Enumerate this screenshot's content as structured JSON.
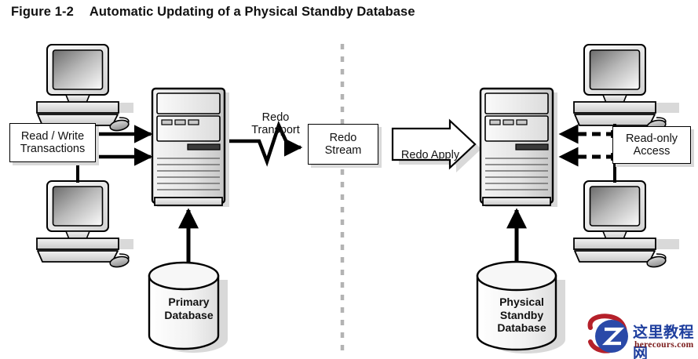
{
  "figure": {
    "number": "Figure 1-2",
    "title": "Automatic Updating of a Physical Standby Database"
  },
  "diagram": {
    "type": "architecture-flow",
    "divider": "vertical-dashed-separator",
    "left_side": {
      "name": "primary-site",
      "clients_label": "Read / Write\nTransactions",
      "server_name": "primary-server-tower",
      "database_label": "Primary\nDatabase",
      "client_count": 2
    },
    "right_side": {
      "name": "standby-site",
      "clients_label": "Read-only\nAccess",
      "server_name": "standby-server-tower",
      "database_label": "Physical\nStandby\nDatabase",
      "client_count": 2
    },
    "flow": {
      "transport_label": "Redo\nTransport",
      "stream_label": "Redo\nStream",
      "apply_label": "Redo Apply"
    }
  },
  "watermark": {
    "brand_cn": "这里教程网",
    "url": "herecours.com",
    "mark_letter": "Z",
    "brand_color": "#1f3f9e",
    "url_color": "#7a1a1a",
    "swoosh_color": "#b5202a"
  },
  "colors": {
    "ink": "#000000",
    "panel_light": "#ececec",
    "panel_mid": "#d5d5d5",
    "panel_dark": "#9a9a9a",
    "screen_dark": "#6e6e6e",
    "screen_light": "#fbfbfb",
    "shadow": "#d9d9d9",
    "divider": "#b0b0b0",
    "page_bg": "#ffffff"
  }
}
